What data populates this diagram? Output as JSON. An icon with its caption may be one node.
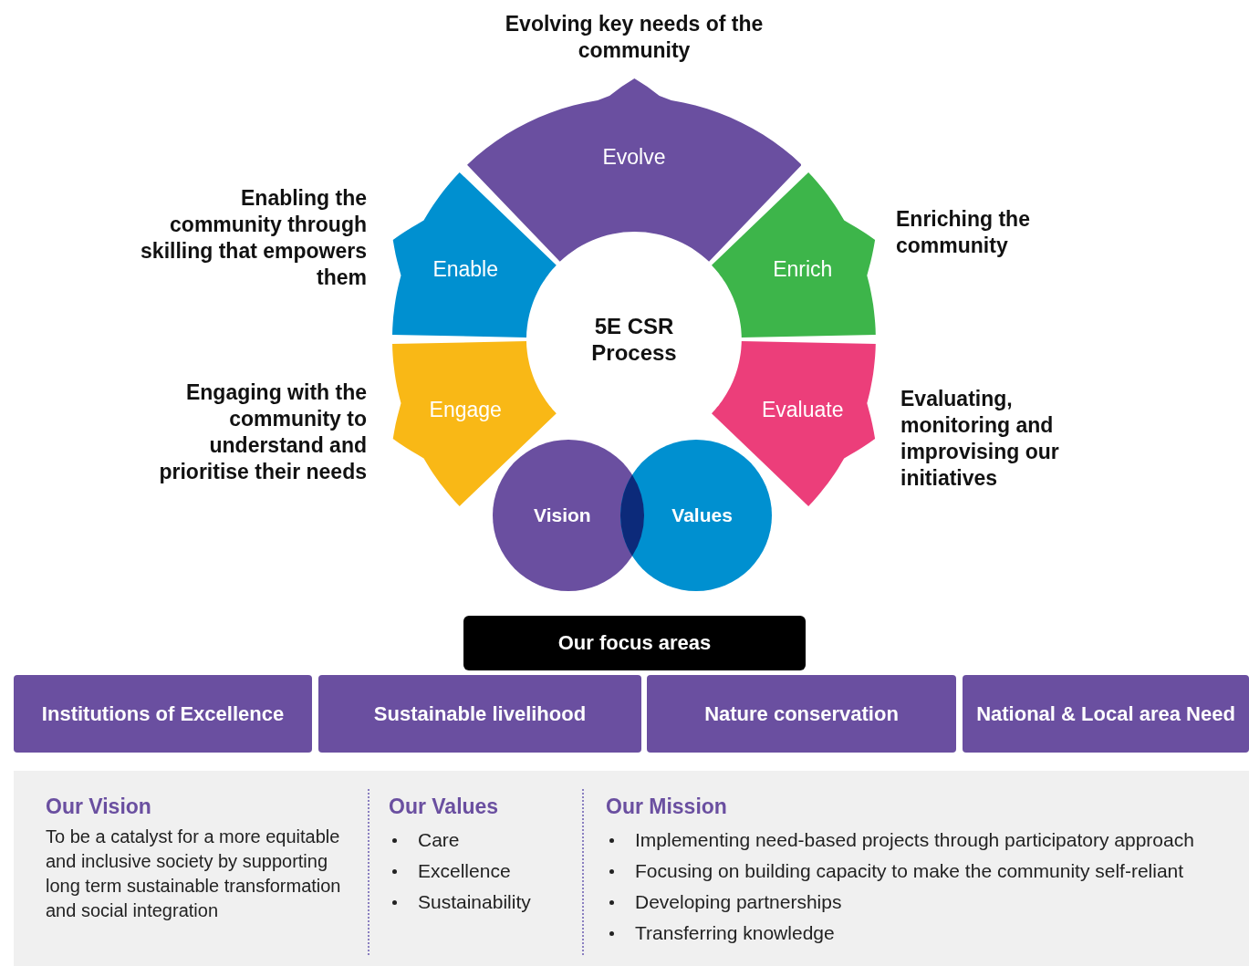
{
  "diagram": {
    "nodes": [
      {
        "text": [
          "5E CSR Process"
        ]
      },
      {
        "text": [
          "Evolve"
        ],
        "beside": [
          "Evolving key needs of the community"
        ]
      },
      {
        "text": [
          "Enable"
        ],
        "beside": [
          "Enabling the community through skilling that empowers them"
        ]
      },
      {
        "text": [
          "Enrich"
        ],
        "beside": [
          "Enriching the community"
        ]
      },
      {
        "text": [
          "Engage"
        ],
        "beside": [
          "Engaging with the community to understand and prioritise their needs"
        ]
      },
      {
        "text": [
          "Evaluate"
        ],
        "beside": [
          "Evaluating, monitoring and improvising our initiatives"
        ]
      },
      {
        "text": [
          "Vision"
        ]
      },
      {
        "text": [
          "Values"
        ]
      },
      {
        "text": [
          "Our focus areas"
        ]
      },
      {
        "text": [
          "Institutions of Excellence"
        ]
      },
      {
        "text": [
          "Sustainable livelihood"
        ]
      },
      {
        "text": [
          "Nature conservation"
        ]
      },
      {
        "text": [
          "National & Local area Need"
        ]
      },
      {
        "text": [],
        "shape": "box"
      },
      {
        "text": [
          "Our Vision",
          "To be a catalyst for a more equitable and inclusive society by supporting long term sustainable transformation and social integration"
        ],
        "in": 13
      },
      {
        "text": [
          "Our Values",
          "Care",
          "Excellence",
          "Sustainability"
        ],
        "in": 13
      },
      {
        "text": [
          "Our Mission",
          "Implementing need-based projects through participatory approach",
          "Focusing on building capacity to make the community self-reliant",
          "Developing partnerships",
          "Transferring knowledge"
        ],
        "in": 13
      }
    ],
    "edges": []
  }
}
